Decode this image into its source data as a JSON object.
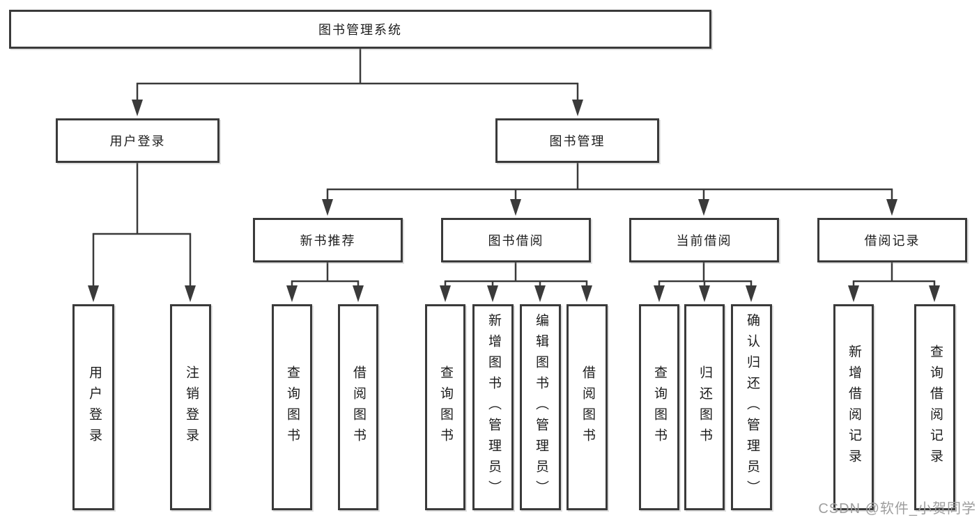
{
  "tree": {
    "root": {
      "label": "图书管理系统"
    },
    "branches": [
      {
        "label": "用户登录",
        "children": [
          {
            "label": "用户登录"
          },
          {
            "label": "注销登录"
          }
        ]
      },
      {
        "label": "图书管理",
        "children": [
          {
            "label": "新书推荐",
            "children": [
              {
                "label": "查询图书"
              },
              {
                "label": "借阅图书"
              }
            ]
          },
          {
            "label": "图书借阅",
            "children": [
              {
                "label": "查询图书"
              },
              {
                "label": "新增图书（管理员）"
              },
              {
                "label": "编辑图书（管理员）"
              },
              {
                "label": "借阅图书"
              }
            ]
          },
          {
            "label": "当前借阅",
            "children": [
              {
                "label": "查询图书"
              },
              {
                "label": "归还图书"
              },
              {
                "label": "确认归还（管理员）"
              }
            ]
          },
          {
            "label": "借阅记录",
            "children": [
              {
                "label": "新增借阅记录"
              },
              {
                "label": "查询借阅记录"
              }
            ]
          }
        ]
      }
    ]
  },
  "watermark": {
    "label": "CSDN @软件_小贺同学"
  },
  "colors": {
    "line": "#3a3a3a",
    "text": "#1c1c1c",
    "watermark": "#9e9e9e",
    "background": "#ffffff"
  }
}
